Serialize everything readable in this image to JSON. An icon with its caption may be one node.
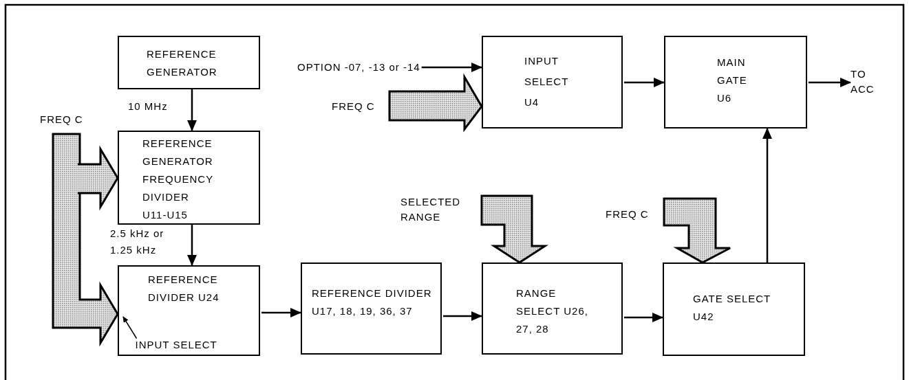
{
  "diagram": {
    "nodes": [
      {
        "text": [
          "REFERENCE GENERATOR"
        ]
      },
      {
        "text": [
          "OPTION -07, -13 or -14"
        ]
      },
      {
        "text": [
          "INPUT SELECT U4"
        ]
      },
      {
        "text": [
          "MAIN GATE U6"
        ]
      },
      {
        "text": [
          "TO ACC"
        ]
      },
      {
        "text": [
          "FREQ C"
        ]
      },
      {
        "text": [
          "FREQ C"
        ]
      },
      {
        "text": [
          "REFERENCE GENERATOR FREQUENCY DIVIDER U11-U15"
        ]
      },
      {
        "text": [
          "SELECTED RANGE"
        ]
      },
      {
        "text": [
          "FREQ C"
        ]
      },
      {
        "text": [
          "REFERENCE DIVIDER U24"
        ]
      },
      {
        "text": [
          "INPUT SELECT"
        ],
        "in": 10
      },
      {
        "text": [
          "REFERENCE DIVIDER U17, 18, 19, 36, 37"
        ]
      },
      {
        "text": [
          "RANGE SELECT U26, 27, 28"
        ]
      },
      {
        "text": [
          "GATE SELECT U42"
        ]
      }
    ],
    "edges": [
      {
        "from": 0,
        "to": 7,
        "arrow": "to",
        "label": "10 MHz"
      },
      {
        "from": 7,
        "to": 10,
        "arrow": "to",
        "label": "2.5 kHz or 1.25 kHz"
      },
      {
        "from": 10,
        "to": 12,
        "arrow": "to"
      },
      {
        "from": 12,
        "to": 13,
        "arrow": "to"
      },
      {
        "from": 13,
        "to": 14,
        "arrow": "to"
      },
      {
        "from": 14,
        "to": 3,
        "arrow": "to"
      },
      {
        "from": 2,
        "to": 3,
        "arrow": "to"
      },
      {
        "from": 3,
        "to": 4,
        "arrow": "to"
      },
      {
        "from": 1,
        "to": 2,
        "arrow": "to"
      },
      {
        "from": 6,
        "to": 7,
        "arrow": "to",
        "style": "thick"
      },
      {
        "from": 6,
        "to": 10,
        "arrow": "to",
        "style": "thick"
      },
      {
        "from": 5,
        "to": 2,
        "arrow": "to",
        "style": "thick"
      },
      {
        "from": 8,
        "to": 13,
        "arrow": "to",
        "style": "thick"
      },
      {
        "from": 9,
        "to": 14,
        "arrow": "to",
        "style": "thick"
      },
      {
        "from": 11,
        "to": null,
        "arrow": "to"
      }
    ]
  }
}
